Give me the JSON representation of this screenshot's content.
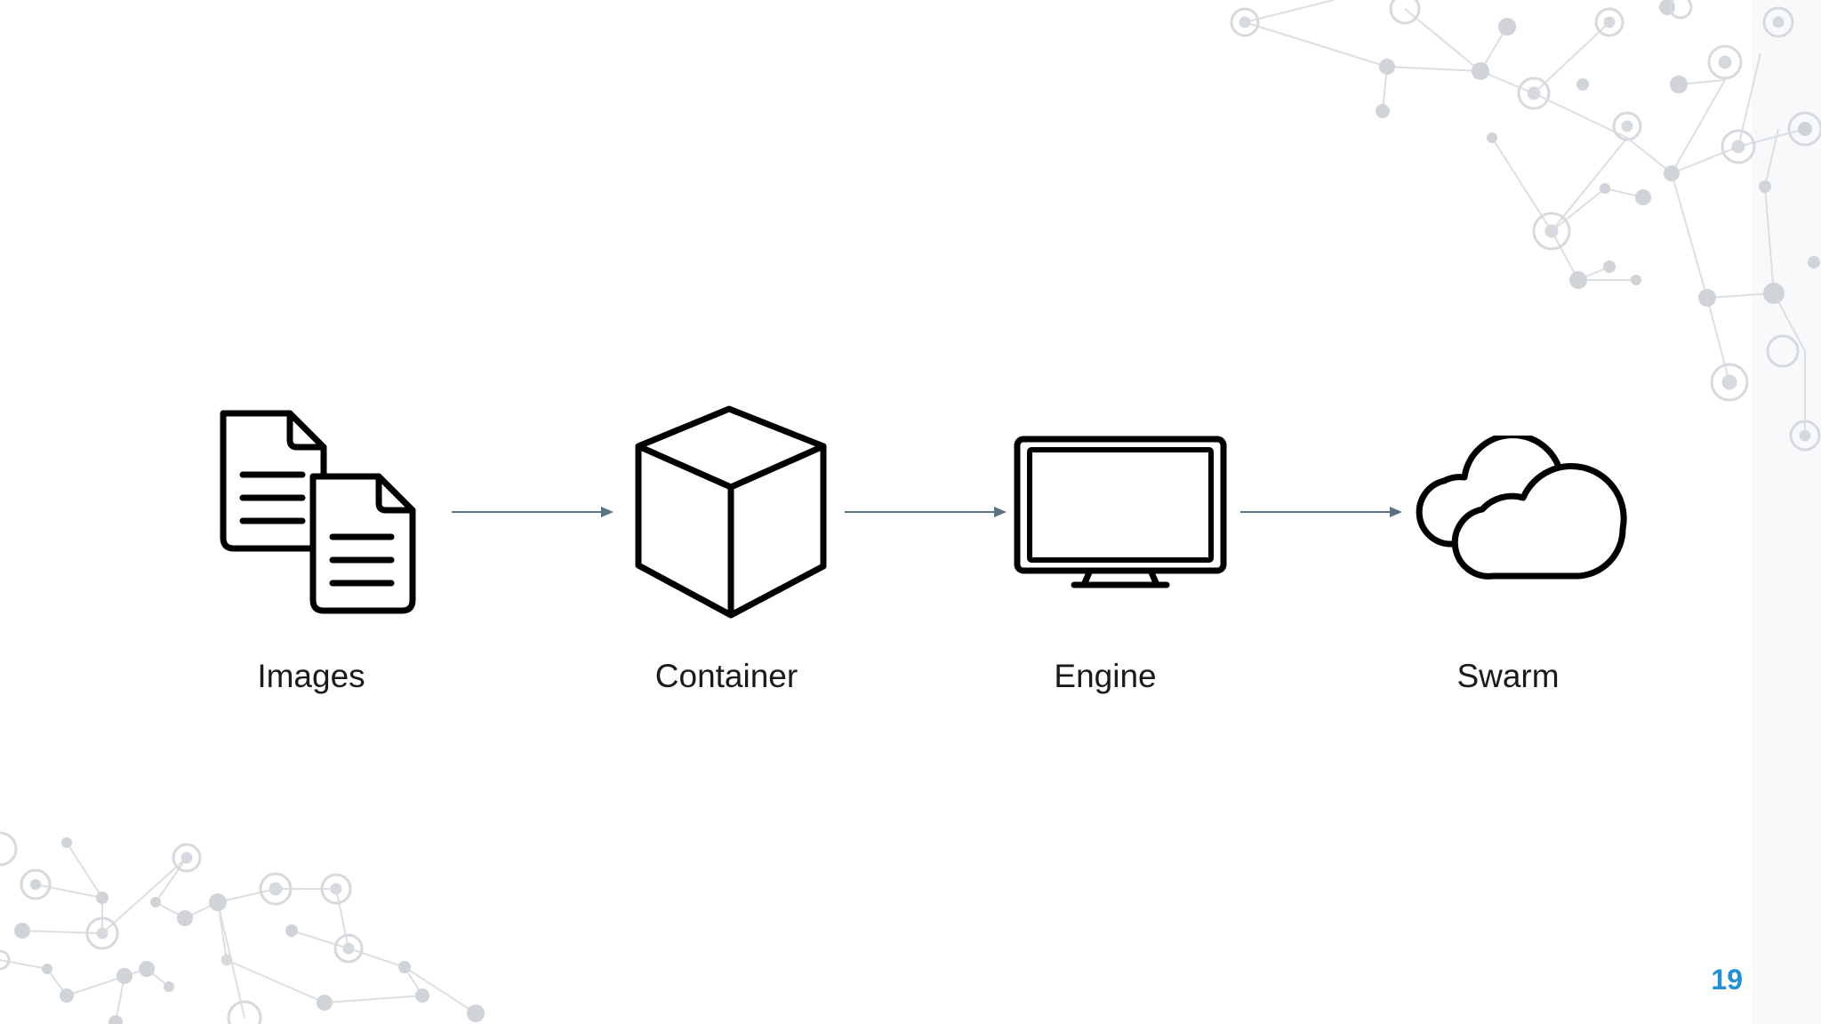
{
  "diagram": {
    "nodes": [
      {
        "label": "Images",
        "icon": "documents-icon"
      },
      {
        "label": "Container",
        "icon": "cube-icon"
      },
      {
        "label": "Engine",
        "icon": "monitor-icon"
      },
      {
        "label": "Swarm",
        "icon": "clouds-icon"
      }
    ],
    "edges": [
      {
        "from": "Images",
        "to": "Container"
      },
      {
        "from": "Container",
        "to": "Engine"
      },
      {
        "from": "Engine",
        "to": "Swarm"
      }
    ],
    "arrow_color": "#5a7383",
    "icon_color": "#000000"
  },
  "decoration": {
    "pattern": "network-dots",
    "color": "#d2d5d8"
  },
  "page_number": "19",
  "page_number_color": "#2390d4"
}
